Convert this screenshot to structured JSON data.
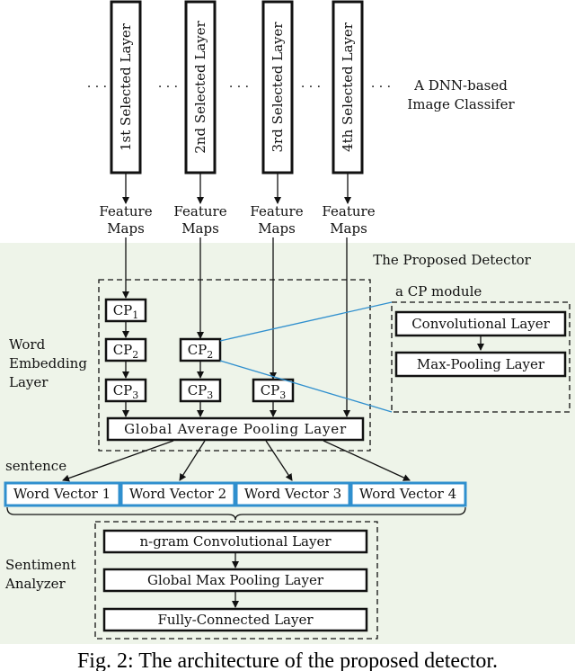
{
  "classifier": {
    "layers": [
      "1st Selected Layer",
      "2nd Selected Layer",
      "3rd Selected Layer",
      "4th Selected Layer"
    ],
    "ellipsis": "· · ·",
    "title_line1": "A DNN-based",
    "title_line2": "Image Classifer"
  },
  "feature_maps": {
    "line1": "Feature",
    "line2": "Maps"
  },
  "detector": {
    "title": "The Proposed Detector",
    "word_embedding_label": [
      "Word",
      "Embedding",
      "Layer"
    ],
    "cp_main": "CP",
    "cp_subs": [
      "1",
      "2",
      "2",
      "3",
      "3",
      "3"
    ],
    "gap_layer": "Global Average Pooling Layer",
    "cp_module_label": "a CP module",
    "cp_module_layers": [
      "Convolutional Layer",
      "Max-Pooling Layer"
    ]
  },
  "sentence": {
    "label": "sentence",
    "word_vectors": [
      "Word Vector 1",
      "Word Vector 2",
      "Word Vector 3",
      "Word Vector 4"
    ]
  },
  "sentiment": {
    "label": [
      "Sentiment",
      "Analyzer"
    ],
    "layers": [
      "n-gram Convolutional Layer",
      "Global Max Pooling Layer",
      "Fully-Connected Layer"
    ]
  },
  "caption": "Fig. 2: The architecture of the proposed detector.",
  "colors": {
    "detector_bg": "#eef4e9",
    "accent_blue": "#2f8fce",
    "ink": "#111111"
  }
}
